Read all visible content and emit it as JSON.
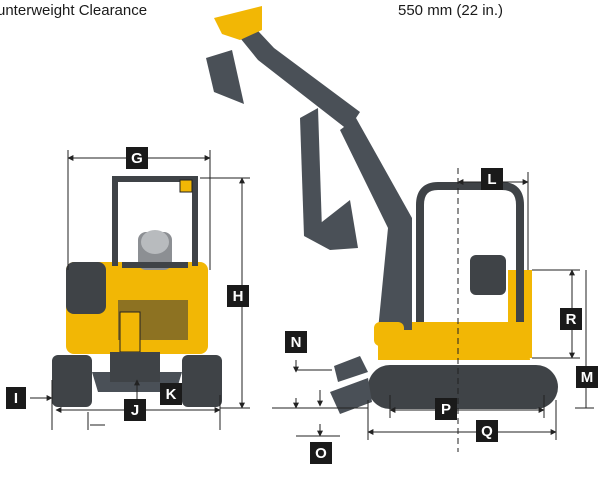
{
  "spec_row": {
    "label": "unterweight Clearance",
    "value": "550 mm (22 in.)"
  },
  "dimension_labels": {
    "G": "G",
    "H": "H",
    "I": "I",
    "J": "J",
    "K": "K",
    "L": "L",
    "M": "M",
    "N": "N",
    "O": "O",
    "P": "P",
    "Q": "Q",
    "R": "R"
  },
  "colors": {
    "machine_yellow": "#f2b705",
    "arm_gray": "#4a5057",
    "track_gray": "#3f4347",
    "label_black": "#1a1a1a",
    "line_black": "#222222"
  }
}
